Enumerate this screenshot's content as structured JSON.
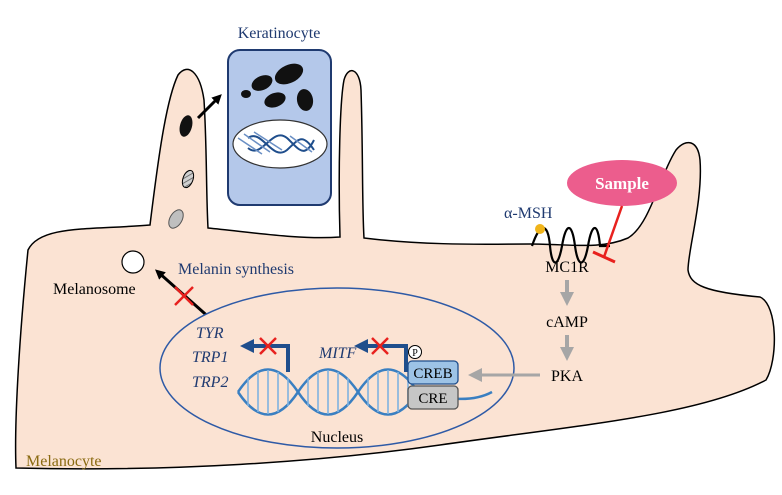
{
  "labels": {
    "keratinocyte": "Keratinocyte",
    "sample": "Sample",
    "alpha_msh": "α-MSH",
    "mc1r": "MC1R",
    "camp": "cAMP",
    "pka": "PKA",
    "creb": "CREB",
    "cre": "CRE",
    "phospho": "P",
    "mitf": "MITF",
    "tyr": "TYR",
    "trp1": "TRP1",
    "trp2": "TRP2",
    "melanin_synthesis": "Melanin synthesis",
    "melanosome": "Melanosome",
    "nucleus": "Nucleus",
    "melanocyte": "Melanocyte"
  },
  "colors": {
    "cell_fill": "#fbe3d3",
    "keratinocyte_fill": "#b4c8ea",
    "keratinocyte_border": "#1f3a70",
    "sample_fill": "#ec5d8d",
    "inhibit_red": "#e8211e",
    "signal_gray": "#a6a6a6",
    "gene_arrow_blue": "#1f4e8c",
    "dna_blue": "#3a7fc1",
    "creb_fill": "#9dc3e6",
    "cre_fill": "#c6c6c6",
    "text_navy": "#1f3a70",
    "melanocyte_label": "#8a6a10",
    "msh_dot": "#f0b41a"
  }
}
